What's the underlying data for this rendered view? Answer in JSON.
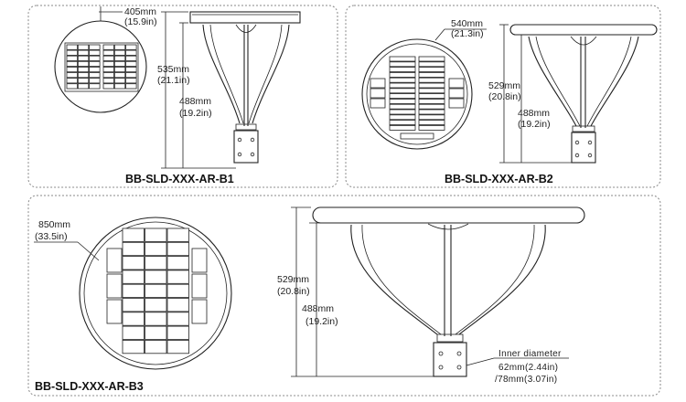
{
  "panels": [
    {
      "model": "BB-SLD-XXX-AR-B1",
      "panel_diameter_mm": "405mm",
      "panel_diameter_in": "(15.9in)",
      "total_height_mm": "535mm",
      "total_height_in": "(21.1in)",
      "arm_height_mm": "488mm",
      "arm_height_in": "(19.2in)"
    },
    {
      "model": "BB-SLD-XXX-AR-B2",
      "panel_diameter_mm": "540mm",
      "panel_diameter_in": "(21.3in)",
      "total_height_mm": "529mm",
      "total_height_in": "(20.8in)",
      "arm_height_mm": "488mm",
      "arm_height_in": "(19.2in)"
    },
    {
      "model": "BB-SLD-XXX-AR-B3",
      "panel_diameter_mm": "850mm",
      "panel_diameter_in": "(33.5in)",
      "total_height_mm": "529mm",
      "total_height_in": "(20.8in)",
      "arm_height_mm": "488mm",
      "arm_height_in": "(19.2in)"
    }
  ],
  "inner_diameter": {
    "label": "Inner diameter",
    "size_1": "62mm(2.44in)",
    "size_2": "/78mm(3.07in)"
  }
}
